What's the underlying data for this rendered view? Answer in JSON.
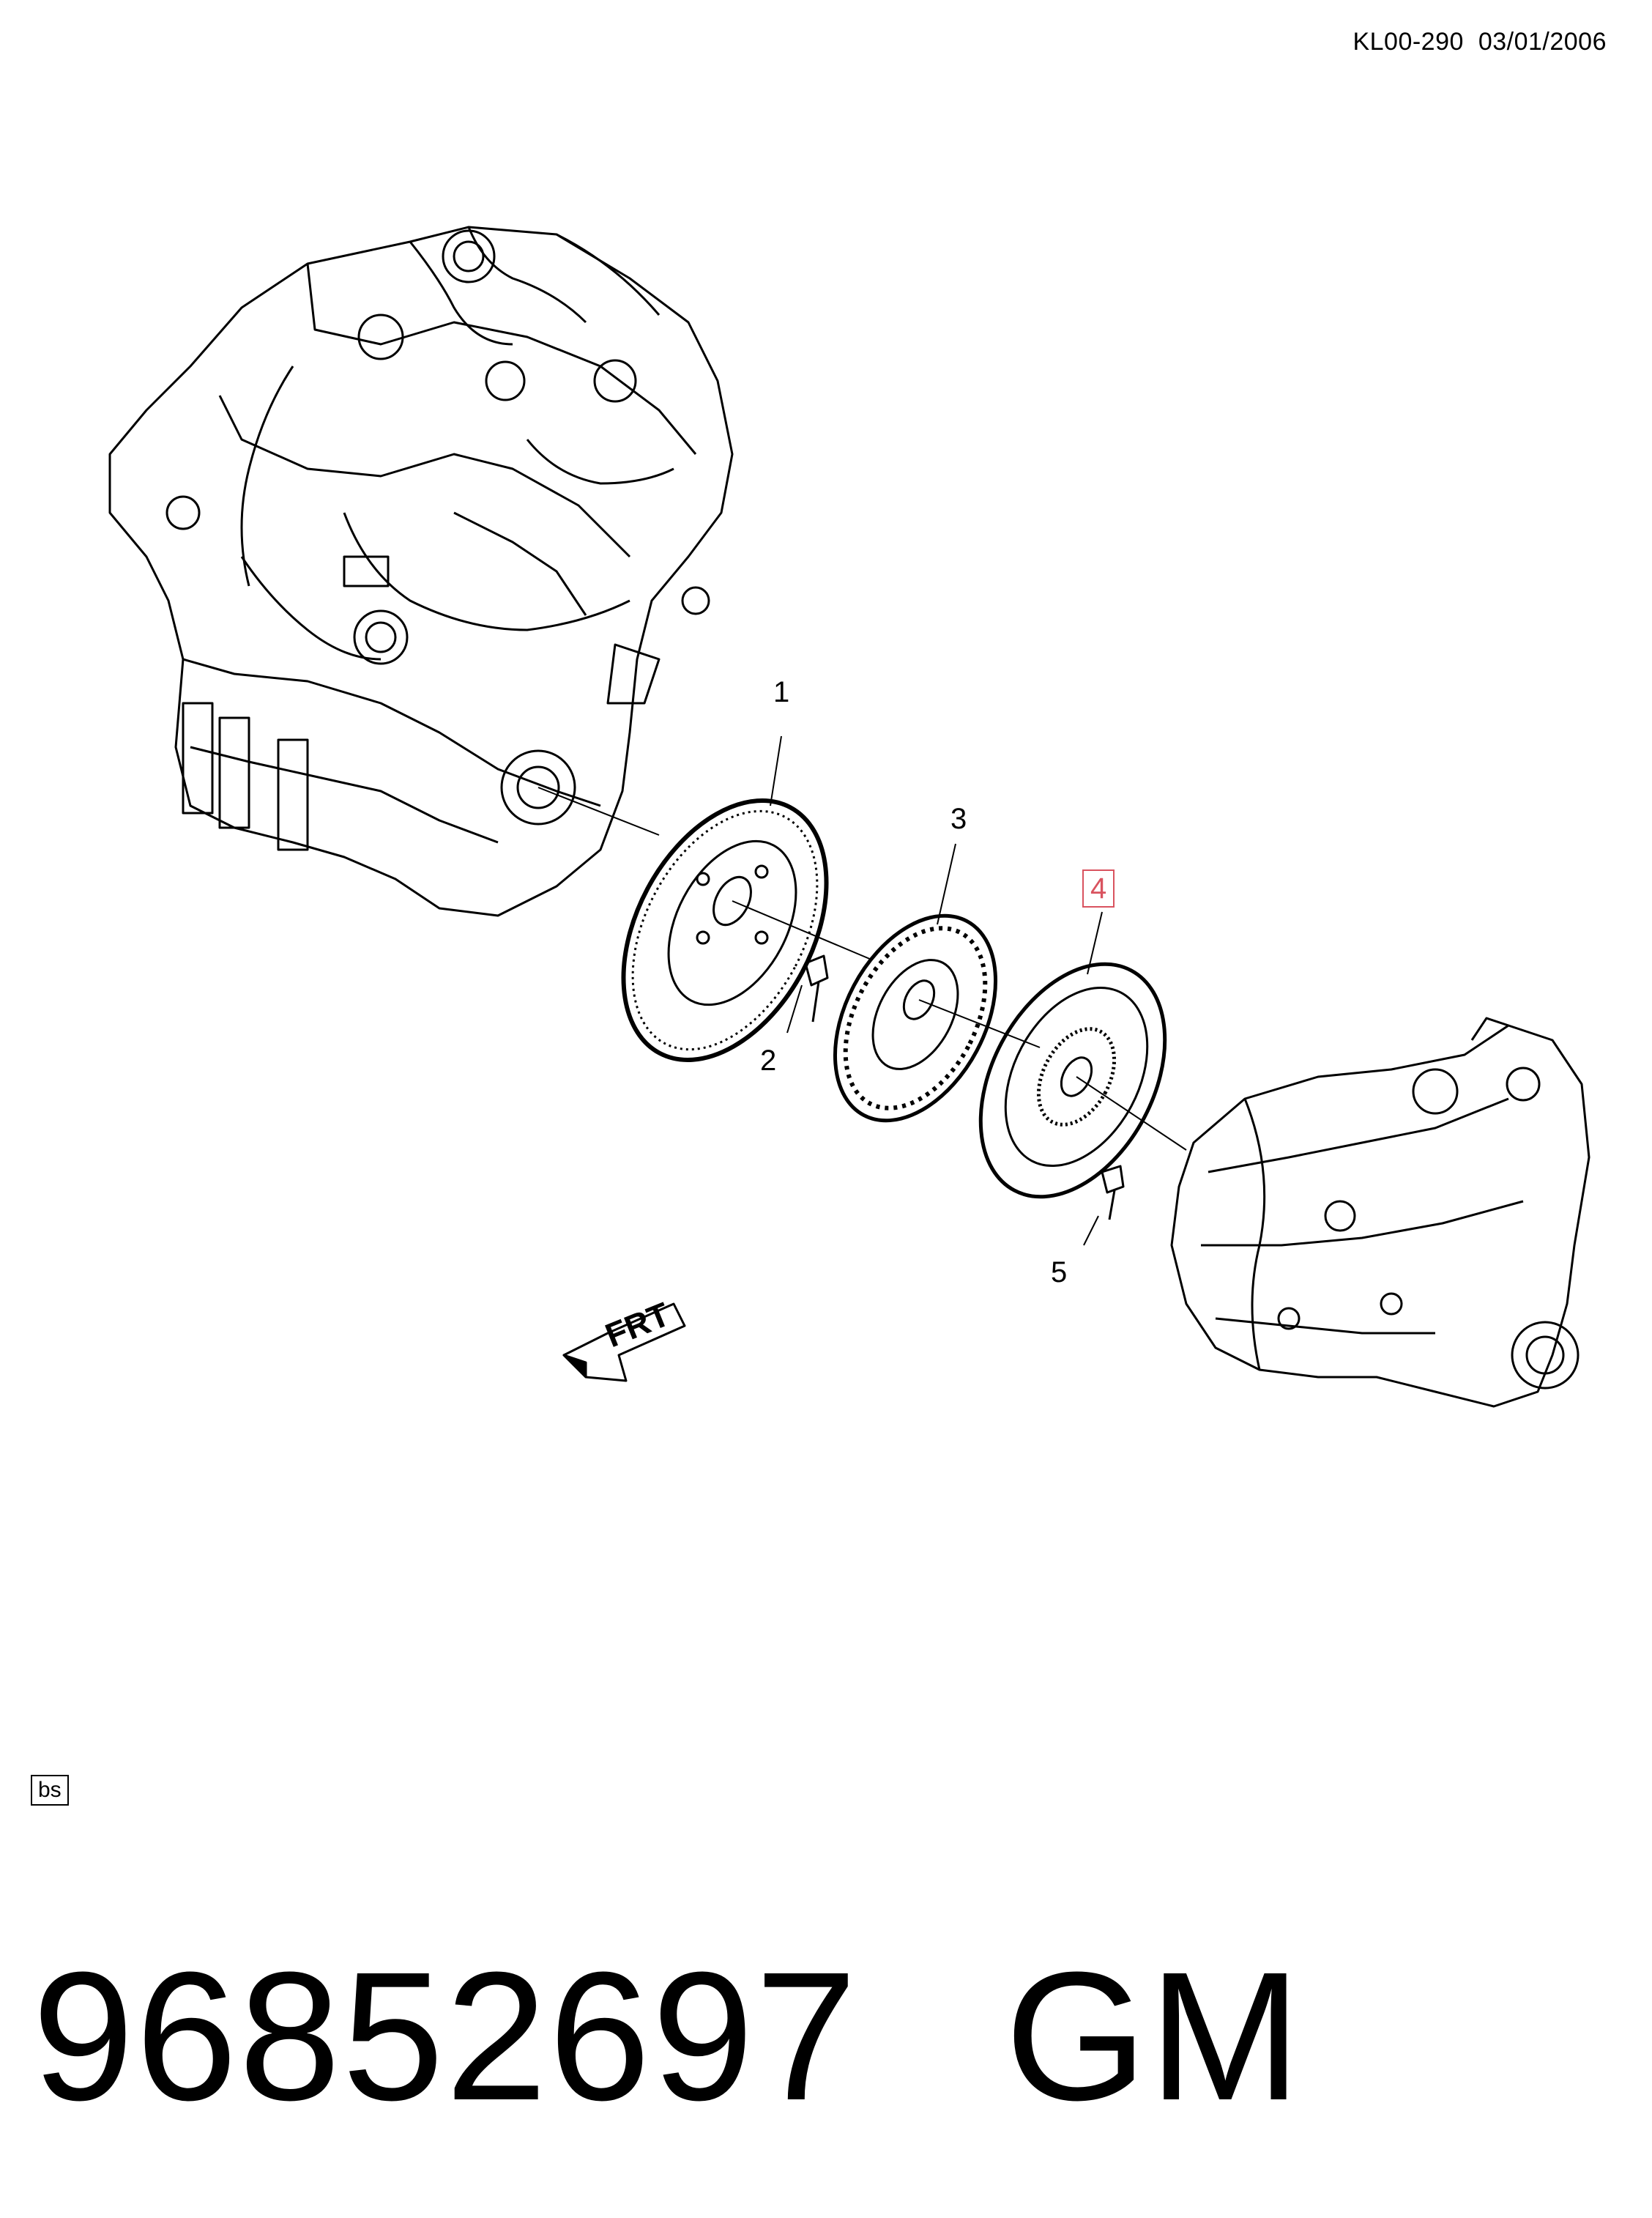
{
  "header": {
    "code": "KL00-290",
    "date": "03/01/2006"
  },
  "callouts": [
    {
      "number": "1",
      "highlighted": false
    },
    {
      "number": "2",
      "highlighted": false
    },
    {
      "number": "3",
      "highlighted": false
    },
    {
      "number": "4",
      "highlighted": true
    },
    {
      "number": "5",
      "highlighted": false
    }
  ],
  "front_marker": {
    "label": "FRT"
  },
  "tag": "bs",
  "footer": {
    "part_number": "96852697",
    "brand": "GM"
  },
  "colors": {
    "highlight": "#d9535f",
    "line": "#000000",
    "background": "#ffffff"
  }
}
